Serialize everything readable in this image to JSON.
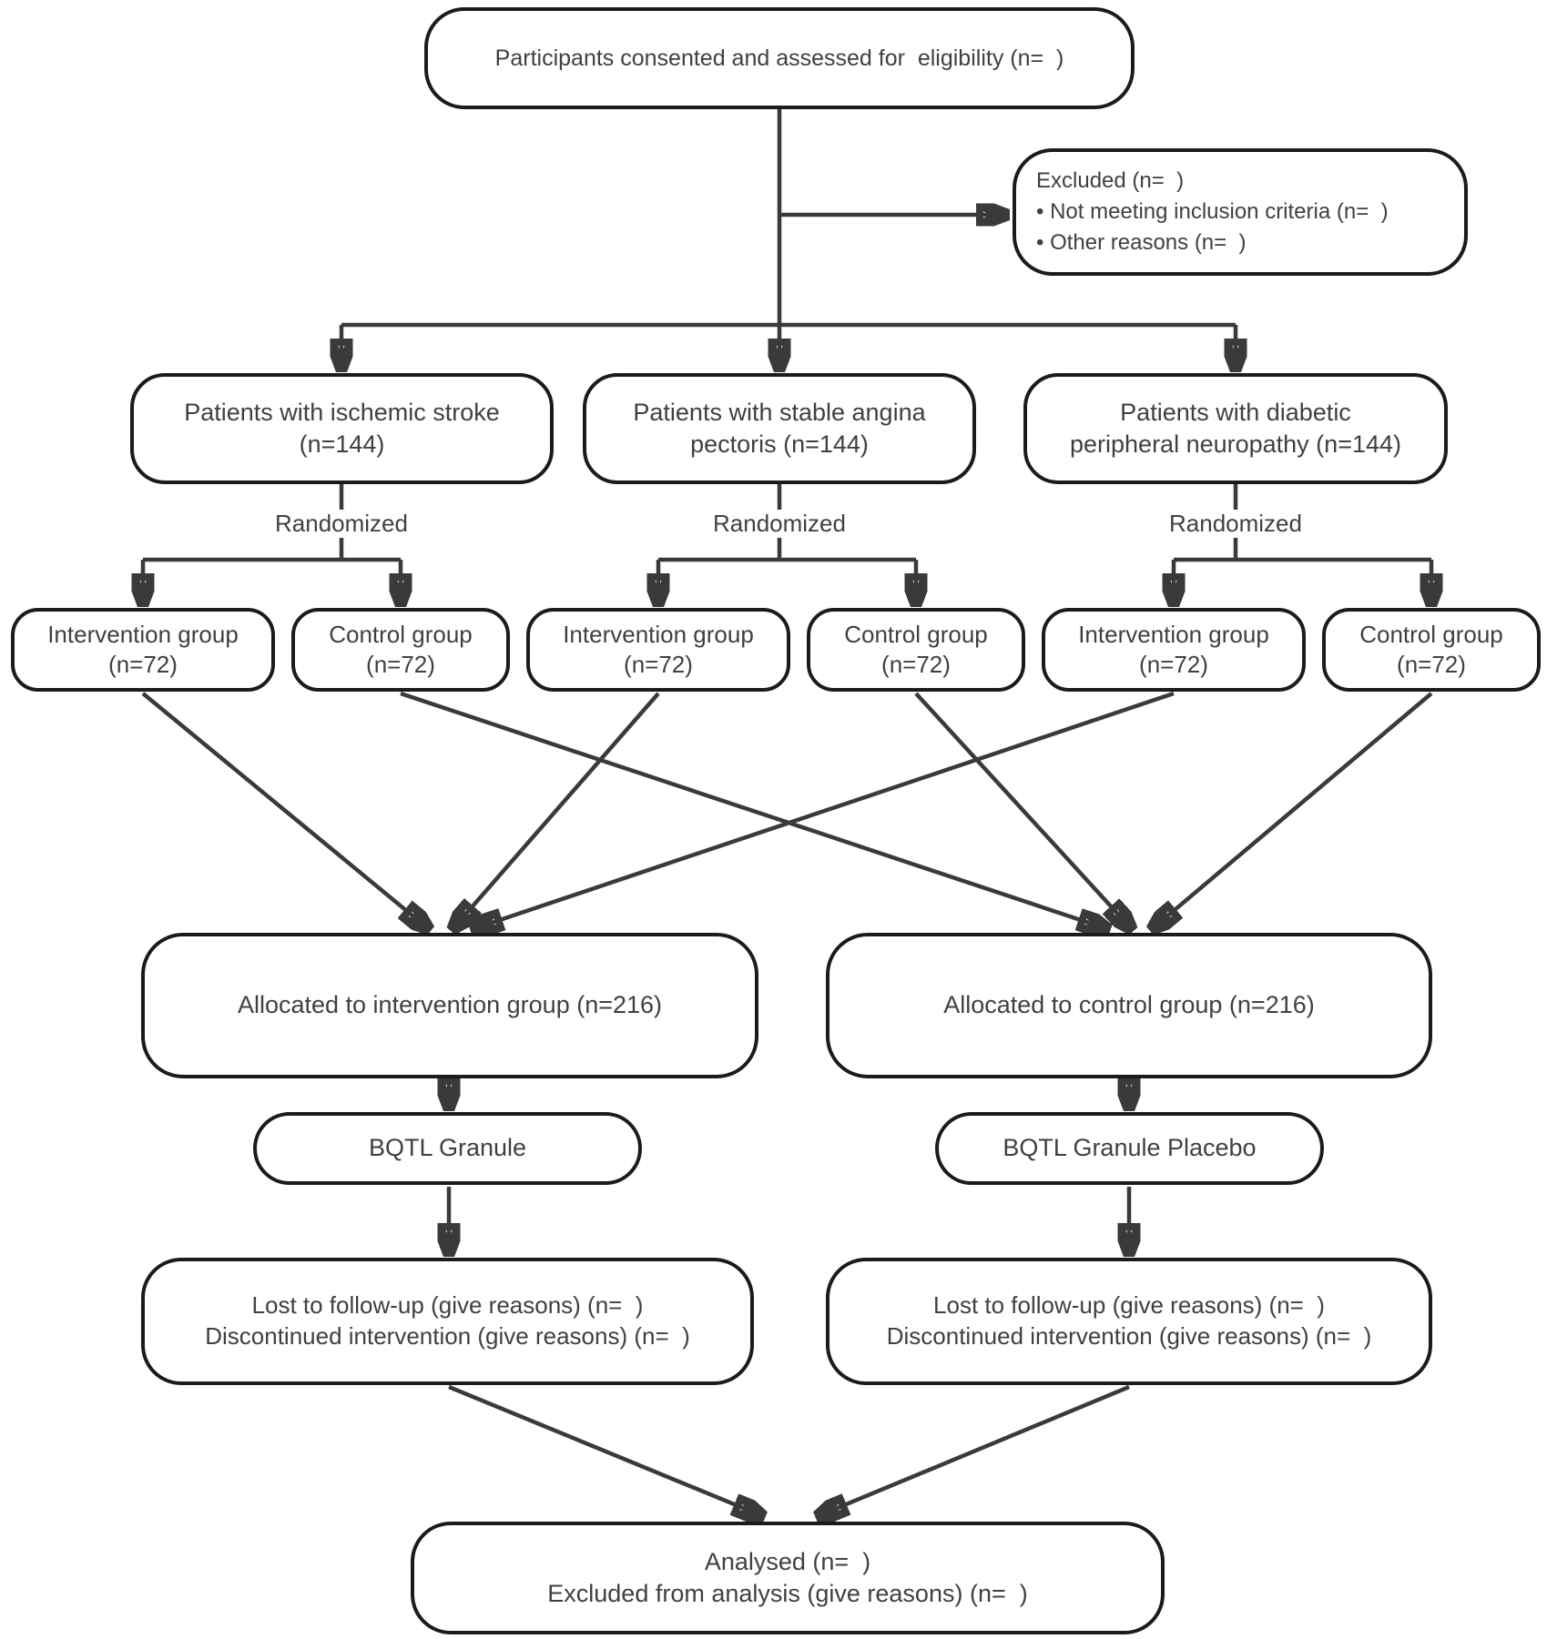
{
  "diagram": {
    "type": "consort-flow",
    "colors": {
      "line": "#3a3a3a",
      "box_border": "#1b1b1b",
      "text": "#404040",
      "background": "#ffffff"
    },
    "randomized_labels": [
      "Randomized",
      "Randomized",
      "Randomized"
    ],
    "nodes": {
      "enrollment": {
        "text": "Participants consented and assessed for  eligibility (n=  )"
      },
      "excluded": {
        "text": "Excluded (n=  )\n• Not meeting inclusion criteria (n=  )\n• Other reasons (n=  )"
      },
      "stroke": {
        "text": "Patients with ischemic stroke\n(n=144)"
      },
      "angina": {
        "text": "Patients with stable angina\npectoris (n=144)"
      },
      "neuropathy": {
        "text": "Patients with diabetic\nperipheral neuropathy (n=144)"
      },
      "groups": [
        {
          "text": "Intervention group\n(n=72)"
        },
        {
          "text": "Control group\n(n=72)"
        },
        {
          "text": "Intervention group\n(n=72)"
        },
        {
          "text": "Control group\n(n=72)"
        },
        {
          "text": "Intervention group\n(n=72)"
        },
        {
          "text": "Control group\n(n=72)"
        }
      ],
      "allocated_intervention": {
        "text": "Allocated to intervention group (n=216)"
      },
      "allocated_control": {
        "text": "Allocated to control group (n=216)"
      },
      "bqtl_granule": {
        "text": "BQTL Granule"
      },
      "bqtl_granule_placebo": {
        "text": "BQTL Granule Placebo"
      },
      "lost_intervention": {
        "text": "Lost to follow-up (give reasons) (n=  )\nDiscontinued intervention (give reasons) (n=  )"
      },
      "lost_control": {
        "text": "Lost to follow-up (give reasons) (n=  )\nDiscontinued intervention (give reasons) (n=  )"
      },
      "analysed": {
        "text": "Analysed (n=  )\nExcluded from analysis (give reasons) (n=  )"
      }
    }
  }
}
